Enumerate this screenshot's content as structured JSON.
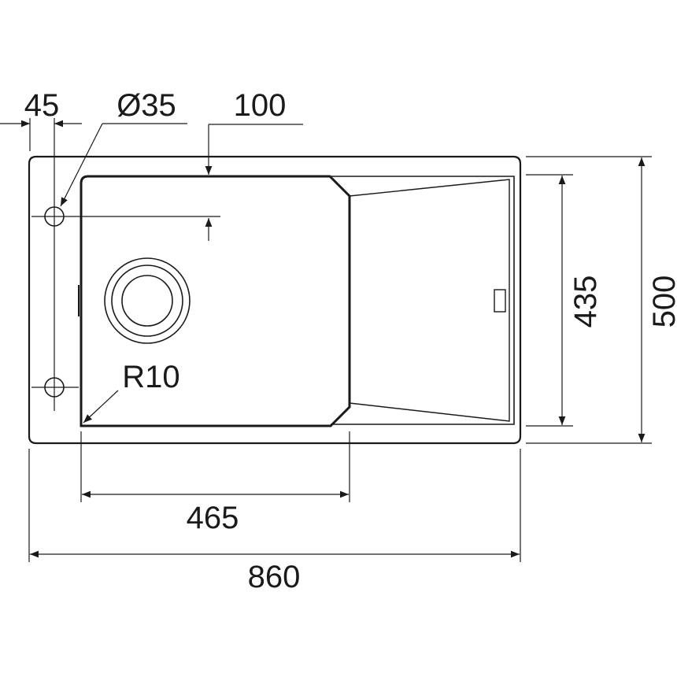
{
  "drawing": {
    "dimensions": {
      "hole_offset": "45",
      "hole_diameter": "Ø35",
      "hole_to_basin": "100",
      "corner_radius": "R10",
      "basin_width": "465",
      "overall_width": "860",
      "basin_depth": "435",
      "overall_depth": "500"
    }
  }
}
